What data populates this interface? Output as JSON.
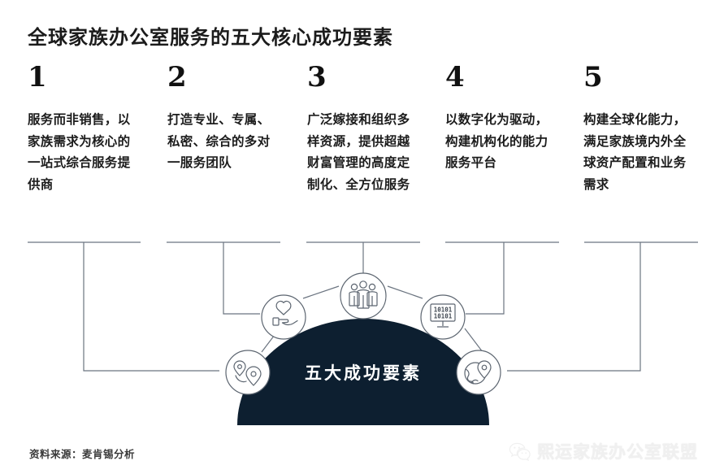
{
  "page": {
    "title": "全球家族办公室服务的五大核心成功要素",
    "source_note": "资料来源：麦肯锡分析",
    "center_label": "五大成功要素",
    "background_color": "#ffffff",
    "dome_color": "#0d1f30",
    "line_color": "#6b7480",
    "watermark": {
      "icon": "wechat-icon",
      "text": "熙运家族办公室联盟",
      "color": "#f0f0f0"
    }
  },
  "columns": [
    {
      "number": "1",
      "text": "服务而非销售，以家族需求为核心的一站式综合服务提供商",
      "icon": "map-pins-icon"
    },
    {
      "number": "2",
      "text": "打造专业、专属、私密、综合的多对一服务团队",
      "icon": "heart-in-hand-icon"
    },
    {
      "number": "3",
      "text": "广泛嫁接和组织多样资源，提供超越财富管理的高度定制化、全方位服务",
      "icon": "people-group-icon"
    },
    {
      "number": "4",
      "text": "以数字化为驱动，构建机构化的能力服务平台",
      "icon": "monitor-binary-icon"
    },
    {
      "number": "5",
      "text": "构建全球化能力，满足家族境内外全球资产配置和业务需求",
      "icon": "globe-pin-icon"
    }
  ],
  "icons": {
    "monitor_binary_line1": "10101",
    "monitor_binary_line2": "10101"
  }
}
